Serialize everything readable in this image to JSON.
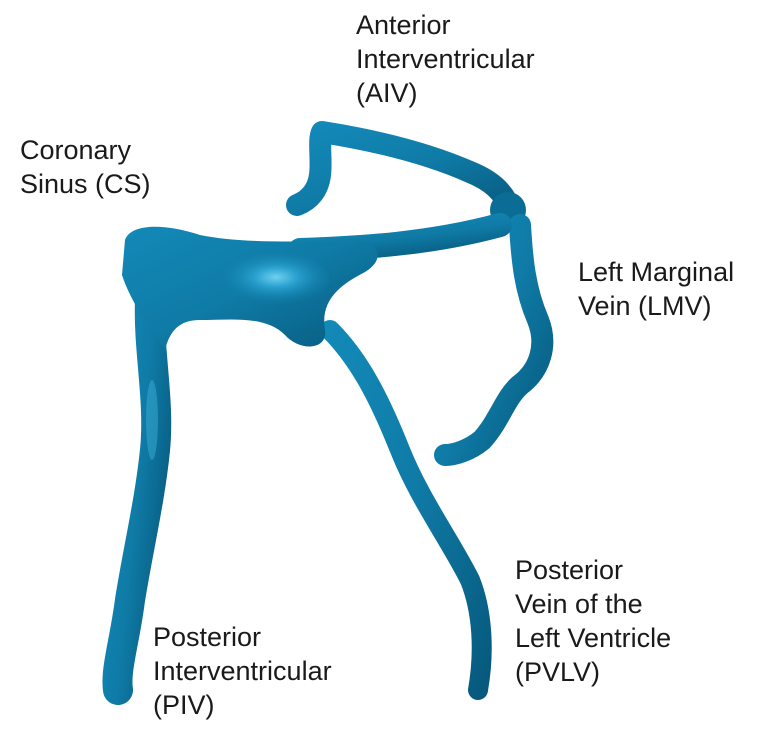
{
  "labels": {
    "aiv": {
      "lines": [
        "Anterior",
        "Interventricular",
        "(AIV)"
      ]
    },
    "cs": {
      "lines": [
        "Coronary",
        "Sinus (CS)"
      ]
    },
    "lmv": {
      "lines": [
        "Left Marginal",
        "Vein (LMV)"
      ]
    },
    "pvlv": {
      "lines": [
        "Posterior",
        "Vein of the",
        "Left Ventricle",
        "(PVLV)"
      ]
    },
    "piv": {
      "lines": [
        "Posterior",
        "Interventricular",
        "(PIV)"
      ]
    }
  },
  "colors": {
    "vessel": "#0f7ba6",
    "vessel_dark": "#075a7e",
    "vessel_highlight": "#5cc4e8",
    "text": "#1a1a1a"
  }
}
